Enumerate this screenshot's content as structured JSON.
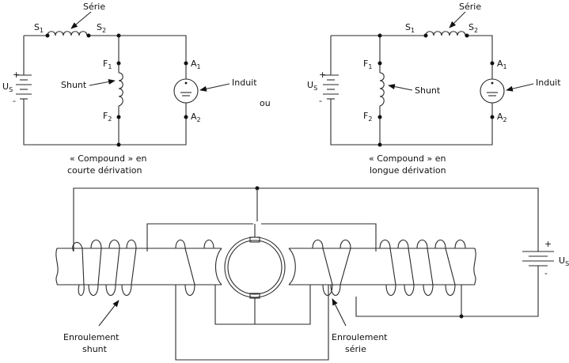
{
  "short_shunt": {
    "serie": "Série",
    "s1": "S",
    "s1_sub": "1",
    "s2": "S",
    "s2_sub": "2",
    "f1": "F",
    "f1_sub": "1",
    "f2": "F",
    "f2_sub": "2",
    "a1": "A",
    "a1_sub": "1",
    "a2": "A",
    "a2_sub": "2",
    "us": "U",
    "us_sub": "S",
    "plus": "+",
    "minus": "-",
    "shunt": "Shunt",
    "induit": "Induit",
    "caption_line1": "« Compound » en",
    "caption_line2": "courte dérivation"
  },
  "connector": "ou",
  "long_shunt": {
    "serie": "Série",
    "s1": "S",
    "s1_sub": "1",
    "s2": "S",
    "s2_sub": "2",
    "f1": "F",
    "f1_sub": "1",
    "f2": "F",
    "f2_sub": "2",
    "a1": "A",
    "a1_sub": "1",
    "a2": "A",
    "a2_sub": "2",
    "us": "U",
    "us_sub": "S",
    "plus": "+",
    "minus": "-",
    "shunt": "Shunt",
    "induit": "Induit",
    "caption_line1": "« Compound » en",
    "caption_line2": "longue dérivation"
  },
  "machine": {
    "plus": "+",
    "minus": "-",
    "us": "U",
    "us_sub": "S",
    "shunt_winding_line1": "Enroulement",
    "shunt_winding_line2": "shunt",
    "series_winding_line1": "Enroulement",
    "series_winding_line2": "série"
  }
}
